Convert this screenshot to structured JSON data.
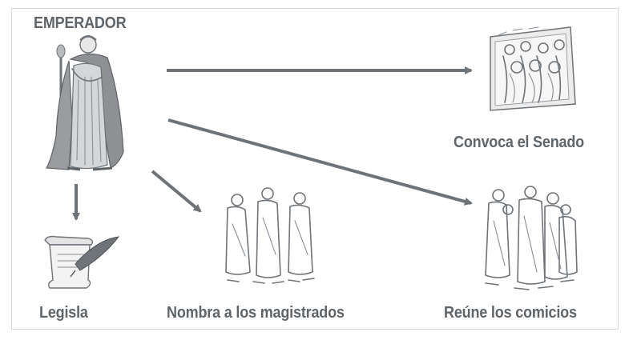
{
  "labels": {
    "emperor": "EMPERADOR",
    "senate": "Convoca el Senado",
    "legislate": "Legisla",
    "magistrates": "Nombra a los magistrados",
    "comitia": "Reúne los comicios"
  },
  "colors": {
    "arrow": "#6e7378",
    "text": "#5f6468",
    "robe_dark": "#8e9094",
    "robe_light": "#c7c9cb",
    "frame": "#d8d8d8"
  },
  "icons": {
    "emperor": "emperor-figure-icon",
    "senate": "senate-crowd-icon",
    "scroll": "scroll-quill-icon",
    "magistrates": "magistrates-group-icon",
    "comitia": "citizens-group-icon"
  }
}
